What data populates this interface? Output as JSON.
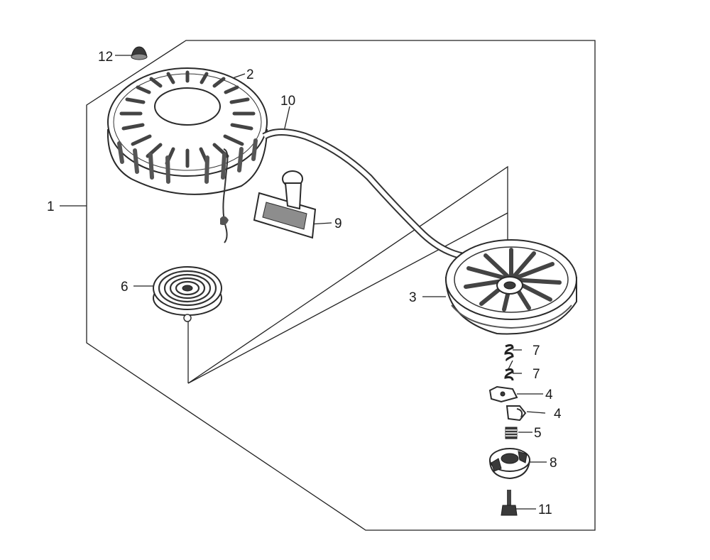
{
  "callouts": {
    "c1": "1",
    "c2": "2",
    "c3": "3",
    "c4a": "4",
    "c4b": "4",
    "c5": "5",
    "c6": "6",
    "c7a": "7",
    "c7b": "7",
    "c8": "8",
    "c9": "9",
    "c10": "10",
    "c11": "11",
    "c12": "12"
  }
}
